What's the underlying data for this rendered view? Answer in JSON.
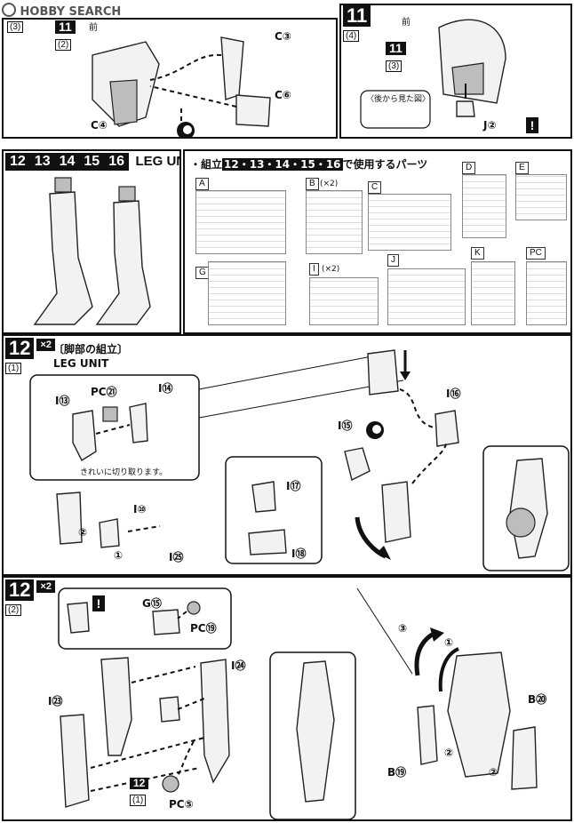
{
  "watermark": "HOBBY SEARCH",
  "panel_top_left": {
    "substep": "(3)",
    "step_ref": "11",
    "step_ref_sub": "(2)",
    "front_mark": "前",
    "labels": [
      "C③",
      "C⑥",
      "C④"
    ]
  },
  "panel_top_right": {
    "step": "11",
    "substep": "(4)",
    "front_mark": "前",
    "step_ref": "11",
    "step_ref_sub": "(3)",
    "view_note": "〈後から見た図〉",
    "label": "J②"
  },
  "leg_unit_header": {
    "steps": [
      "12",
      "13",
      "14",
      "15",
      "16"
    ],
    "title": "LEG UNIT"
  },
  "parts_panel": {
    "heading_prefix": "・組立",
    "heading_steps": "12・13・14・15・16",
    "heading_suffix": "で使用するパーツ",
    "runners": [
      {
        "id": "A",
        "qty": ""
      },
      {
        "id": "B",
        "qty": "(×2)"
      },
      {
        "id": "C",
        "qty": ""
      },
      {
        "id": "D",
        "qty": ""
      },
      {
        "id": "E",
        "qty": ""
      },
      {
        "id": "G",
        "qty": ""
      },
      {
        "id": "I",
        "qty": "(×2)"
      },
      {
        "id": "J",
        "qty": ""
      },
      {
        "id": "K",
        "qty": ""
      },
      {
        "id": "PC",
        "qty": ""
      }
    ]
  },
  "step12_1": {
    "step": "12",
    "substep": "(1)",
    "multiplier": "×2",
    "title_jp": "〔脚部の組立〕",
    "title_en": "LEG UNIT",
    "callout_note": "きれいに切り取ります。",
    "labels": [
      "I⑬",
      "PC㉑",
      "I⑭",
      "I⑩",
      "I㉕",
      "I⑮",
      "I⑯",
      "I⑰",
      "I⑱"
    ],
    "numbers": [
      "②",
      "①"
    ]
  },
  "step12_2": {
    "step": "12",
    "substep": "(2)",
    "multiplier": "×2",
    "labels": [
      "G⑮",
      "PC⑲",
      "I㉔",
      "I㉓",
      "PC⑤",
      "B⑳",
      "B⑲"
    ],
    "step_ref": "12",
    "step_ref_sub": "(1)",
    "numbers": [
      "③",
      "①",
      "②",
      "②"
    ]
  }
}
